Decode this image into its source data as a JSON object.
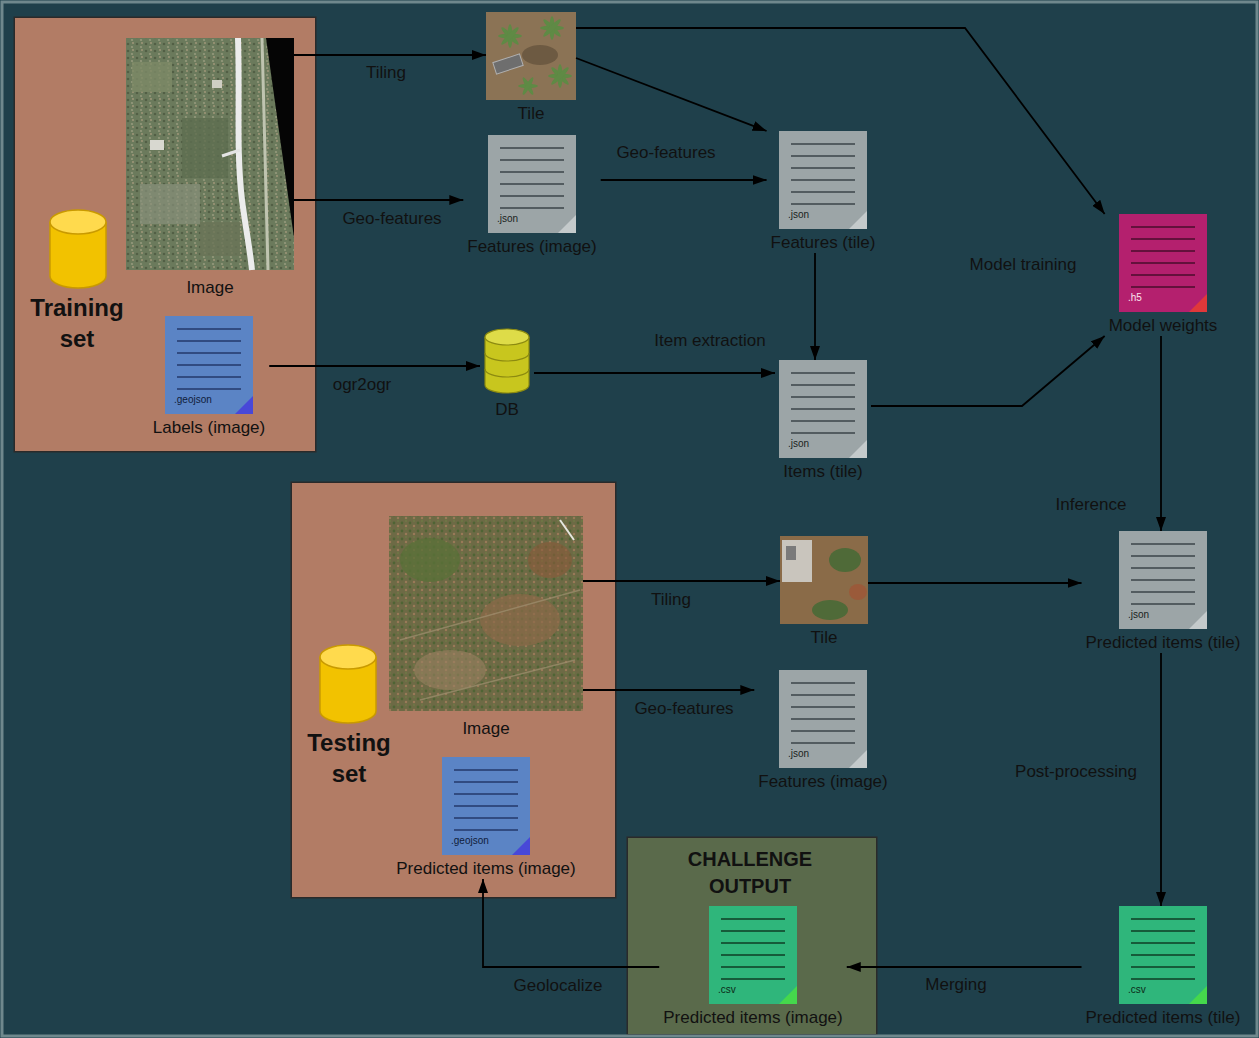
{
  "diagram": {
    "nodes": [
      {
        "text": [
          "Training set"
        ]
      },
      {
        "text": [
          "Image"
        ],
        "in": 0
      },
      {
        "text": [
          ".geojson",
          "Labels (image)"
        ],
        "in": 0
      },
      {
        "text": [
          "Tile"
        ]
      },
      {
        "text": [
          ".json",
          "Features (image)"
        ]
      },
      {
        "text": [
          "DB"
        ]
      },
      {
        "text": [
          ".json",
          "Features (tile)"
        ]
      },
      {
        "text": [
          ".json",
          "Items (tile)"
        ]
      },
      {
        "text": [
          ".h5",
          "Model weights"
        ]
      },
      {
        "text": [
          "Testing set"
        ]
      },
      {
        "text": [
          "Image"
        ],
        "in": 9
      },
      {
        "text": [
          ".geojson",
          "Predicted items (image)"
        ],
        "in": 9
      },
      {
        "text": [
          "Tile"
        ]
      },
      {
        "text": [
          ".json",
          "Features (image)"
        ]
      },
      {
        "text": [
          ".json",
          "Predicted items (tile)"
        ]
      },
      {
        "text": [
          "CHALLENGE OUTPUT"
        ]
      },
      {
        "text": [
          ".csv",
          "Predicted items (image)"
        ],
        "in": 15
      },
      {
        "text": [
          ".csv",
          "Predicted items (tile)"
        ]
      }
    ],
    "edges": [
      {
        "from": 1,
        "to": 3,
        "arrow": "to",
        "label": "Tiling"
      },
      {
        "from": 1,
        "to": 4,
        "arrow": "to",
        "label": "Geo-features"
      },
      {
        "from": 2,
        "to": 5,
        "arrow": "to",
        "label": "ogr2ogr"
      },
      {
        "from": 3,
        "to": 6,
        "arrow": "to"
      },
      {
        "from": 4,
        "to": 6,
        "arrow": "to",
        "label": "Geo-features"
      },
      {
        "from": 3,
        "to": 8,
        "arrow": "to"
      },
      {
        "from": 6,
        "to": 7,
        "arrow": "to"
      },
      {
        "from": 5,
        "to": 7,
        "arrow": "to",
        "label": "Item extraction"
      },
      {
        "from": 7,
        "to": 8,
        "arrow": "to"
      },
      {
        "from": 8,
        "to": 14,
        "arrow": "to",
        "label": "Inference"
      },
      {
        "from": 10,
        "to": 12,
        "arrow": "to",
        "label": "Tiling"
      },
      {
        "from": 10,
        "to": 13,
        "arrow": "to",
        "label": "Geo-features"
      },
      {
        "from": 12,
        "to": 14,
        "arrow": "to"
      },
      {
        "from": 14,
        "to": 17,
        "arrow": "to",
        "label": "Post-processing"
      },
      {
        "from": 17,
        "to": 16,
        "arrow": "to",
        "label": "Merging"
      },
      {
        "from": 16,
        "to": 11,
        "arrow": "to",
        "label": "Geolocalize"
      }
    ],
    "labels": [
      "Model training"
    ]
  }
}
